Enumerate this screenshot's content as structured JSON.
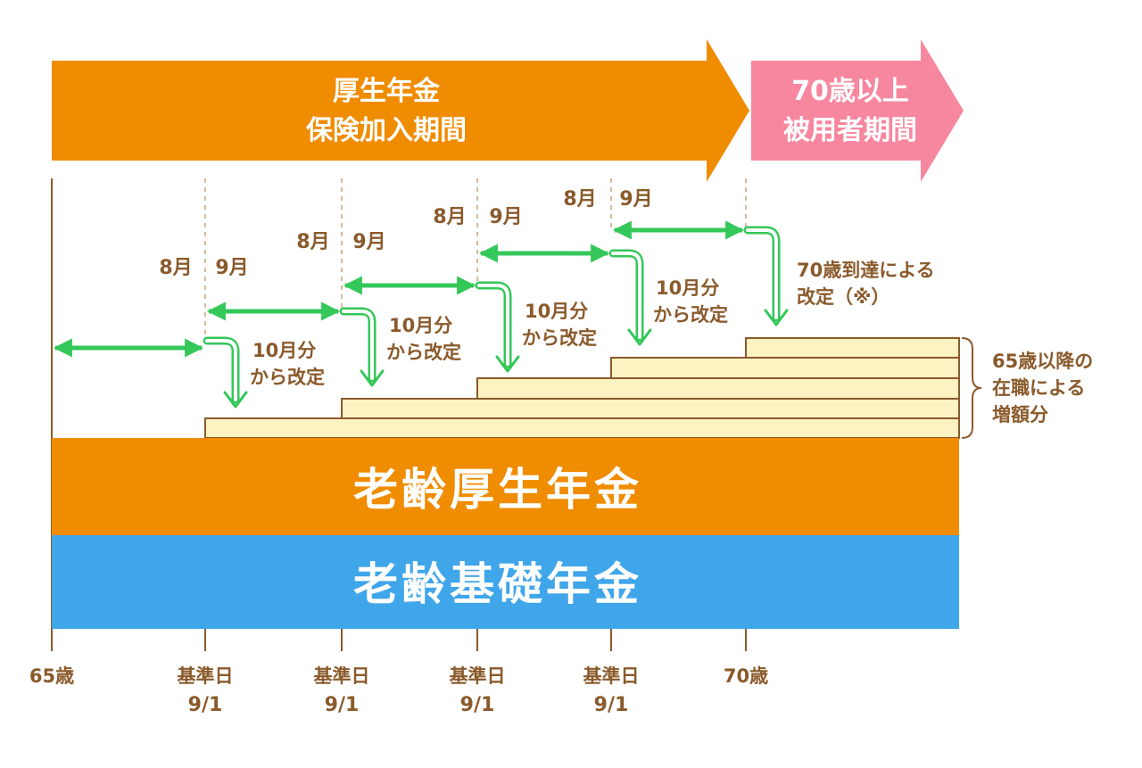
{
  "top_arrows": {
    "insured_period": {
      "line1": "厚生年金",
      "line2": "保険加入期間",
      "color": "#f08c00"
    },
    "over70_period": {
      "line1": "70歳以上",
      "line2": "被用者期間",
      "color": "#f7879f"
    }
  },
  "month_labels": {
    "august": "8月",
    "september": "9月"
  },
  "revision_label": {
    "line1": "10月分",
    "line2": "から改定"
  },
  "age70_revision": {
    "line1": "70歳到達による",
    "line2": "改定（※）"
  },
  "increase_label": {
    "line1": "65歳以降の",
    "line2": "在職による",
    "line3": "増額分"
  },
  "bands": {
    "employees_pension": {
      "label": "老齢厚生年金",
      "color": "#f08c00"
    },
    "basic_pension": {
      "label": "老齢基礎年金",
      "color": "#40a6ea"
    }
  },
  "axis": {
    "start": "65歳",
    "reference_line1": "基準日",
    "reference_line2": "9/1",
    "end": "70歳"
  },
  "colors": {
    "arrow_green": "#34c759",
    "step_fill": "#fdf2c2",
    "step_border": "#8a5a2b",
    "text_brown": "#8a5a2b",
    "line_brown": "#8a5a2b"
  }
}
